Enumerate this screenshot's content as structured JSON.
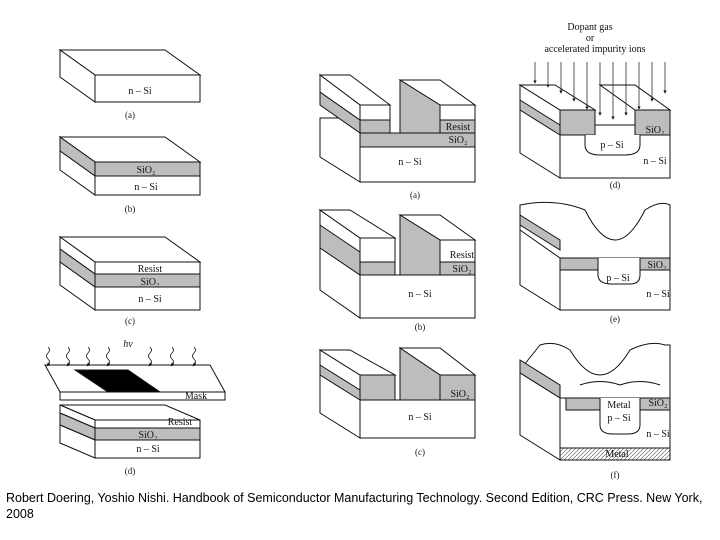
{
  "column1": {
    "a": {
      "layer": "n – Si",
      "caption": "(a)"
    },
    "b": {
      "oxide": "SiO₂",
      "substrate": "n – Si",
      "caption": "(b)"
    },
    "c": {
      "resist": "Resist",
      "oxide": "SiO₂",
      "substrate": "n – Si",
      "caption": "(c)"
    },
    "d": {
      "light": "hν",
      "mask": "Mask",
      "resist": "Resist",
      "oxide": "SiO₂",
      "substrate": "n – Si",
      "caption": "(d)"
    }
  },
  "column2": {
    "a": {
      "resist": "Resist",
      "oxide": "SiO₂",
      "substrate": "n – Si",
      "caption": "(a)"
    },
    "b": {
      "resist": "Resist",
      "oxide": "SiO₂",
      "substrate": "n – Si",
      "caption": "(b)"
    },
    "c": {
      "oxide": "SiO₂",
      "substrate": "n – Si",
      "caption": "(c)"
    }
  },
  "column3": {
    "d": {
      "dopant_line1": "Dopant gas",
      "dopant_line2": "or",
      "dopant_line3": "accelerated impurity ions",
      "oxide": "SiO₂",
      "pregion": "p – Si",
      "substrate": "n – Si",
      "caption": "(d)"
    },
    "e": {
      "oxide": "SiO₂",
      "pregion": "p – Si",
      "substrate": "n – Si",
      "caption": "(e)"
    },
    "f": {
      "metal_top": "Metal",
      "oxide": "SiO₂",
      "pregion": "p – Si",
      "substrate": "n – Si",
      "metal_bottom": "Metal",
      "caption": "(f)"
    }
  },
  "citation": "Robert Doering, Yoshio Nishi. Handbook of Semiconductor Manufacturing Technology. Second Edition, CRC Press. New York, 2008"
}
